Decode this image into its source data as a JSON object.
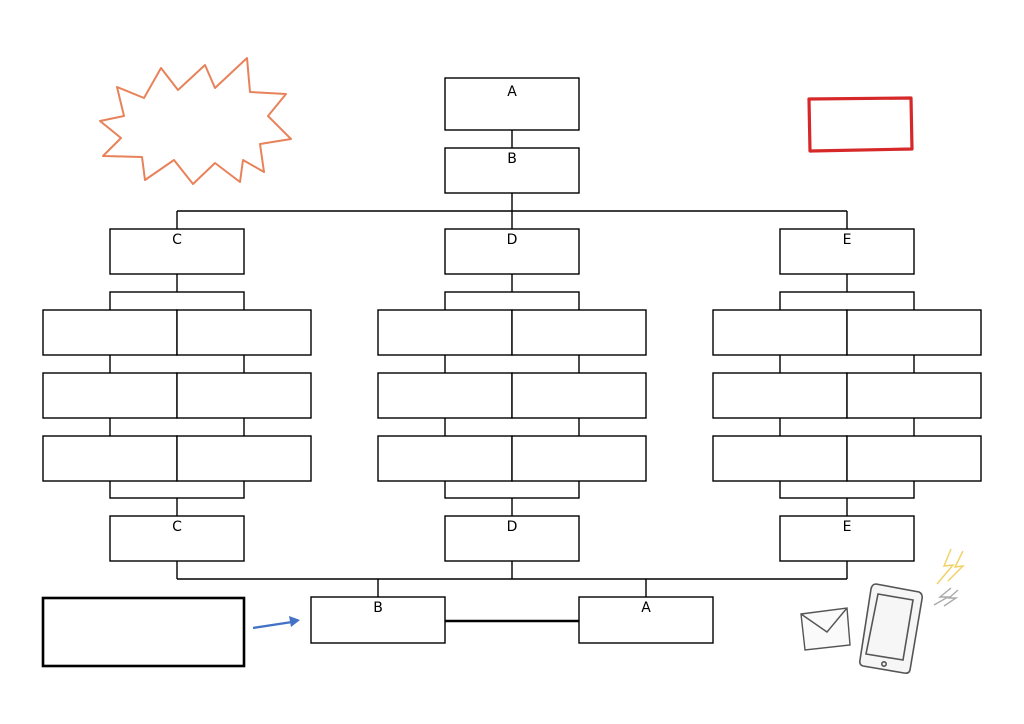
{
  "labels": {
    "top_a": "A",
    "top_b": "B",
    "col1_top": "C",
    "col2_top": "D",
    "col3_top": "E",
    "col1_bottom": "C",
    "col2_bottom": "D",
    "col3_bottom": "E",
    "bottom_b": "B",
    "bottom_a": "A"
  },
  "colors": {
    "line": "#000000",
    "burst": "#e8825a",
    "red_box": "#d62828",
    "arrow": "#4472c4",
    "sketch": "#555555",
    "bolt": "#f0d060",
    "bolt_gray": "#aaaaaa"
  },
  "decorations": {
    "burst_icon": "speech-burst",
    "red_box_icon": "red-frame",
    "envelope_icon": "envelope",
    "phone_icon": "smartphone",
    "bolt_icon": "lightning-bolts"
  }
}
